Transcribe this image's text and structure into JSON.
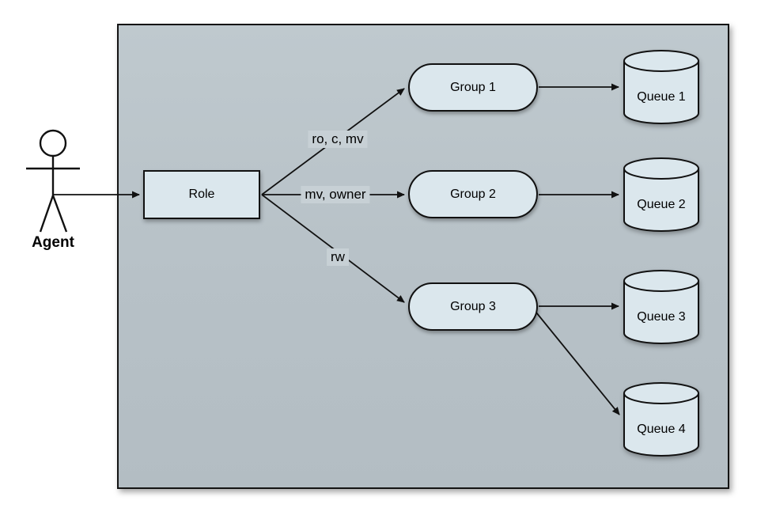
{
  "diagram": {
    "title": "role-group-queue-permissions-diagram",
    "actor": {
      "label": "Agent"
    },
    "nodes": {
      "role": {
        "label": "Role",
        "shape": "rectangle"
      },
      "group1": {
        "label": "Group 1",
        "shape": "stadium"
      },
      "group2": {
        "label": "Group 2",
        "shape": "stadium"
      },
      "group3": {
        "label": "Group 3",
        "shape": "stadium"
      },
      "queue1": {
        "label": "Queue 1",
        "shape": "cylinder"
      },
      "queue2": {
        "label": "Queue 2",
        "shape": "cylinder"
      },
      "queue3": {
        "label": "Queue 3",
        "shape": "cylinder"
      },
      "queue4": {
        "label": "Queue 4",
        "shape": "cylinder"
      }
    },
    "edges": [
      {
        "from": "Agent",
        "to": "Role",
        "label": ""
      },
      {
        "from": "Role",
        "to": "Group 1",
        "label": "ro, c, mv"
      },
      {
        "from": "Role",
        "to": "Group 2",
        "label": "mv, owner"
      },
      {
        "from": "Role",
        "to": "Group 3",
        "label": "rw"
      },
      {
        "from": "Group 1",
        "to": "Queue 1",
        "label": ""
      },
      {
        "from": "Group 2",
        "to": "Queue 2",
        "label": ""
      },
      {
        "from": "Group 3",
        "to": "Queue 3",
        "label": ""
      },
      {
        "from": "Group 3",
        "to": "Queue 4",
        "label": ""
      }
    ],
    "edge_labels": {
      "role_group1": "ro, c, mv",
      "role_group2": "mv, owner",
      "role_group3": "rw"
    },
    "colors": {
      "background": "#ffffff",
      "container_fill": "#b8c2c8",
      "node_fill": "#dbe7ed",
      "edge_label_fill": "#c7d0d5",
      "stroke": "#111111"
    }
  }
}
